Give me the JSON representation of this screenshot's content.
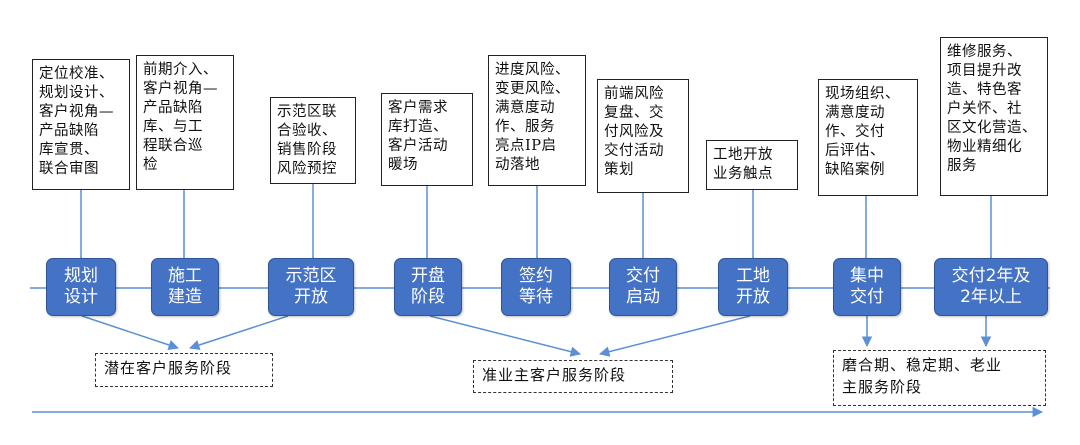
{
  "colors": {
    "stage_fill": "#4472c4",
    "line": "#5b8fd6",
    "border": "#222222"
  },
  "notes": [
    {
      "id": "n1",
      "text": "定位校准、\n规划设计、\n客户视角—\n产品缺陷\n库宣贯、\n联合审图"
    },
    {
      "id": "n2",
      "text": "前期介入、\n客户视角—\n产品缺陷\n库、与工\n程联合巡\n检"
    },
    {
      "id": "n3",
      "text": "示范区联\n合验收、\n销售阶段\n风险预控"
    },
    {
      "id": "n4",
      "text": "客户需求\n库打造、\n客户活动\n暖场"
    },
    {
      "id": "n5",
      "text": "进度风险、\n变更风险、\n满意度动\n作、服务\n亮点IP启\n动落地"
    },
    {
      "id": "n6",
      "text": "前端风险\n复盘、交\n付风险及\n交付活动\n策划"
    },
    {
      "id": "n7",
      "text": "工地开放\n业务触点"
    },
    {
      "id": "n8",
      "text": "现场组织、\n满意度动\n作、交付\n后评估、\n缺陷案例"
    },
    {
      "id": "n9",
      "text": "维修服务、\n项目提升改\n造、特色客\n户关怀、社\n区文化营造、\n物业精细化\n服务"
    }
  ],
  "stages": [
    {
      "id": "s1",
      "label": "规划\n设计"
    },
    {
      "id": "s2",
      "label": "施工\n建造"
    },
    {
      "id": "s3",
      "label": "示范区\n开放"
    },
    {
      "id": "s4",
      "label": "开盘\n阶段"
    },
    {
      "id": "s5",
      "label": "签约\n等待"
    },
    {
      "id": "s6",
      "label": "交付\n启动"
    },
    {
      "id": "s7",
      "label": "工地\n开放"
    },
    {
      "id": "s8",
      "label": "集中\n交付"
    },
    {
      "id": "s9",
      "label": "交付2年及\n2年以上"
    }
  ],
  "groups": [
    {
      "id": "g1",
      "label": "潜在客户服务阶段"
    },
    {
      "id": "g2",
      "label": "准业主客户服务阶段"
    },
    {
      "id": "g3",
      "label": "磨合期、稳定期、老业\n主服务阶段"
    }
  ]
}
